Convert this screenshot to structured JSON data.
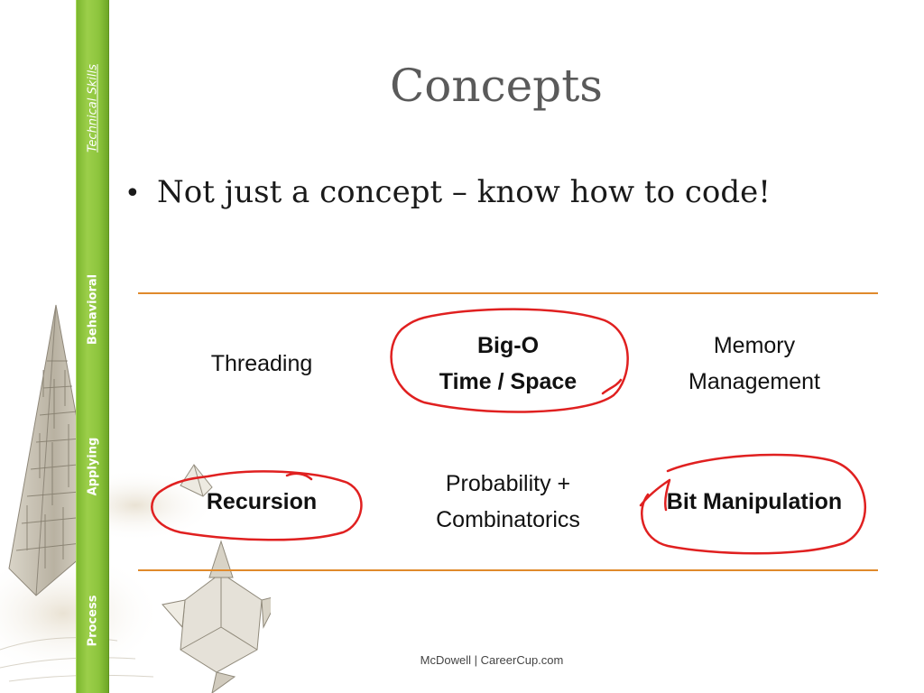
{
  "nav": {
    "items": [
      {
        "label": "Technical Skills",
        "active": true
      },
      {
        "label": "Behavioral"
      },
      {
        "label": "Applying"
      },
      {
        "label": "Process"
      }
    ],
    "bar_color": "#8cc43c"
  },
  "slide": {
    "title": "Concepts",
    "bullet": "Not just a concept – know how to code!"
  },
  "table": {
    "rule_color": "#e08a2c",
    "rows": [
      [
        {
          "lines": [
            "Threading"
          ],
          "bold": false
        },
        {
          "lines": [
            "Big-O",
            "Time / Space"
          ],
          "bold": true,
          "circled": true
        },
        {
          "lines": [
            "Memory",
            "Management"
          ],
          "bold": false
        }
      ],
      [
        {
          "lines": [
            "Recursion"
          ],
          "bold": true,
          "circled": true
        },
        {
          "lines": [
            "Probability +",
            "Combinatorics"
          ],
          "bold": false
        },
        {
          "lines": [
            "Bit Manipulation"
          ],
          "bold": true,
          "circled": true
        }
      ]
    ]
  },
  "annotation_color": "#e02020",
  "footer": "McDowell | CareerCup.com"
}
